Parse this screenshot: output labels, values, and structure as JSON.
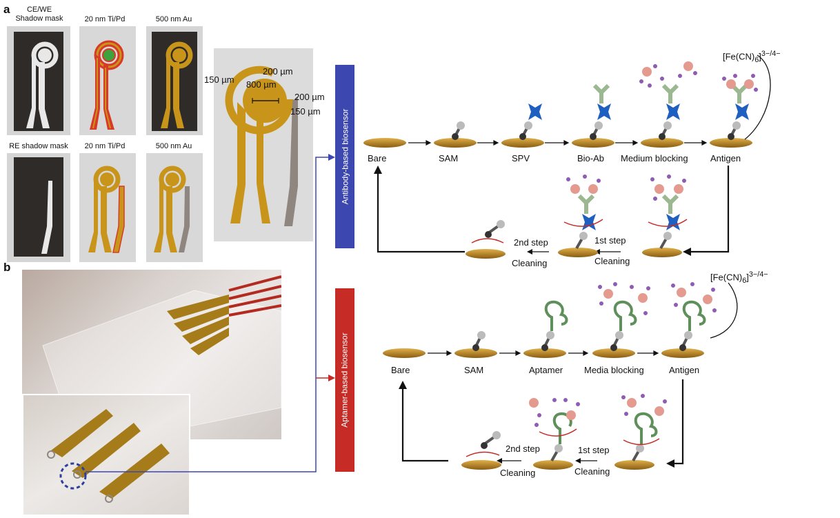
{
  "panel_a": {
    "letter": "a",
    "top_row": [
      {
        "title": "CE/WE\nShadow mask"
      },
      {
        "title": "20 nm Ti/Pd"
      },
      {
        "title": "500 nm Au"
      }
    ],
    "bottom_row": [
      {
        "title": "RE shadow mask"
      },
      {
        "title": "20 nm Ti/Pd"
      },
      {
        "title": "500 nm Au"
      }
    ],
    "dimensions": {
      "d1": "150 µm",
      "d2": "200 µm",
      "d3": "800 µm",
      "d4": "200 µm",
      "d5": "150 µm"
    }
  },
  "panel_b": {
    "letter": "b"
  },
  "antibody": {
    "band_label": "Antibody-based biosensor",
    "steps": [
      "Bare",
      "SAM",
      "SPV",
      "Bio-Ab",
      "Medium blocking",
      "Antigen"
    ],
    "redox": "[Fe(CN)",
    "redox_sub": "6",
    "redox_sup": "3−/4−",
    "clean1": "1st step",
    "clean1b": "Cleaning",
    "clean2": "2nd step",
    "clean2b": "Cleaning"
  },
  "aptamer": {
    "band_label": "Aptamer-based biosensor",
    "steps": [
      "Bare",
      "SAM",
      "Aptamer",
      "Media blocking",
      "Antigen"
    ],
    "redox": "[Fe(CN)",
    "redox_sub": "6",
    "redox_sup": "3−/4−",
    "clean1": "1st step",
    "clean1b": "Cleaning",
    "clean2": "2nd step",
    "clean2b": "Cleaning"
  },
  "colors": {
    "gold": "#c8951a",
    "antibody_band": "#3d47b0",
    "aptamer_band": "#c62b25",
    "ti_pd": "#d93a25",
    "re_gray": "#8f8680"
  }
}
